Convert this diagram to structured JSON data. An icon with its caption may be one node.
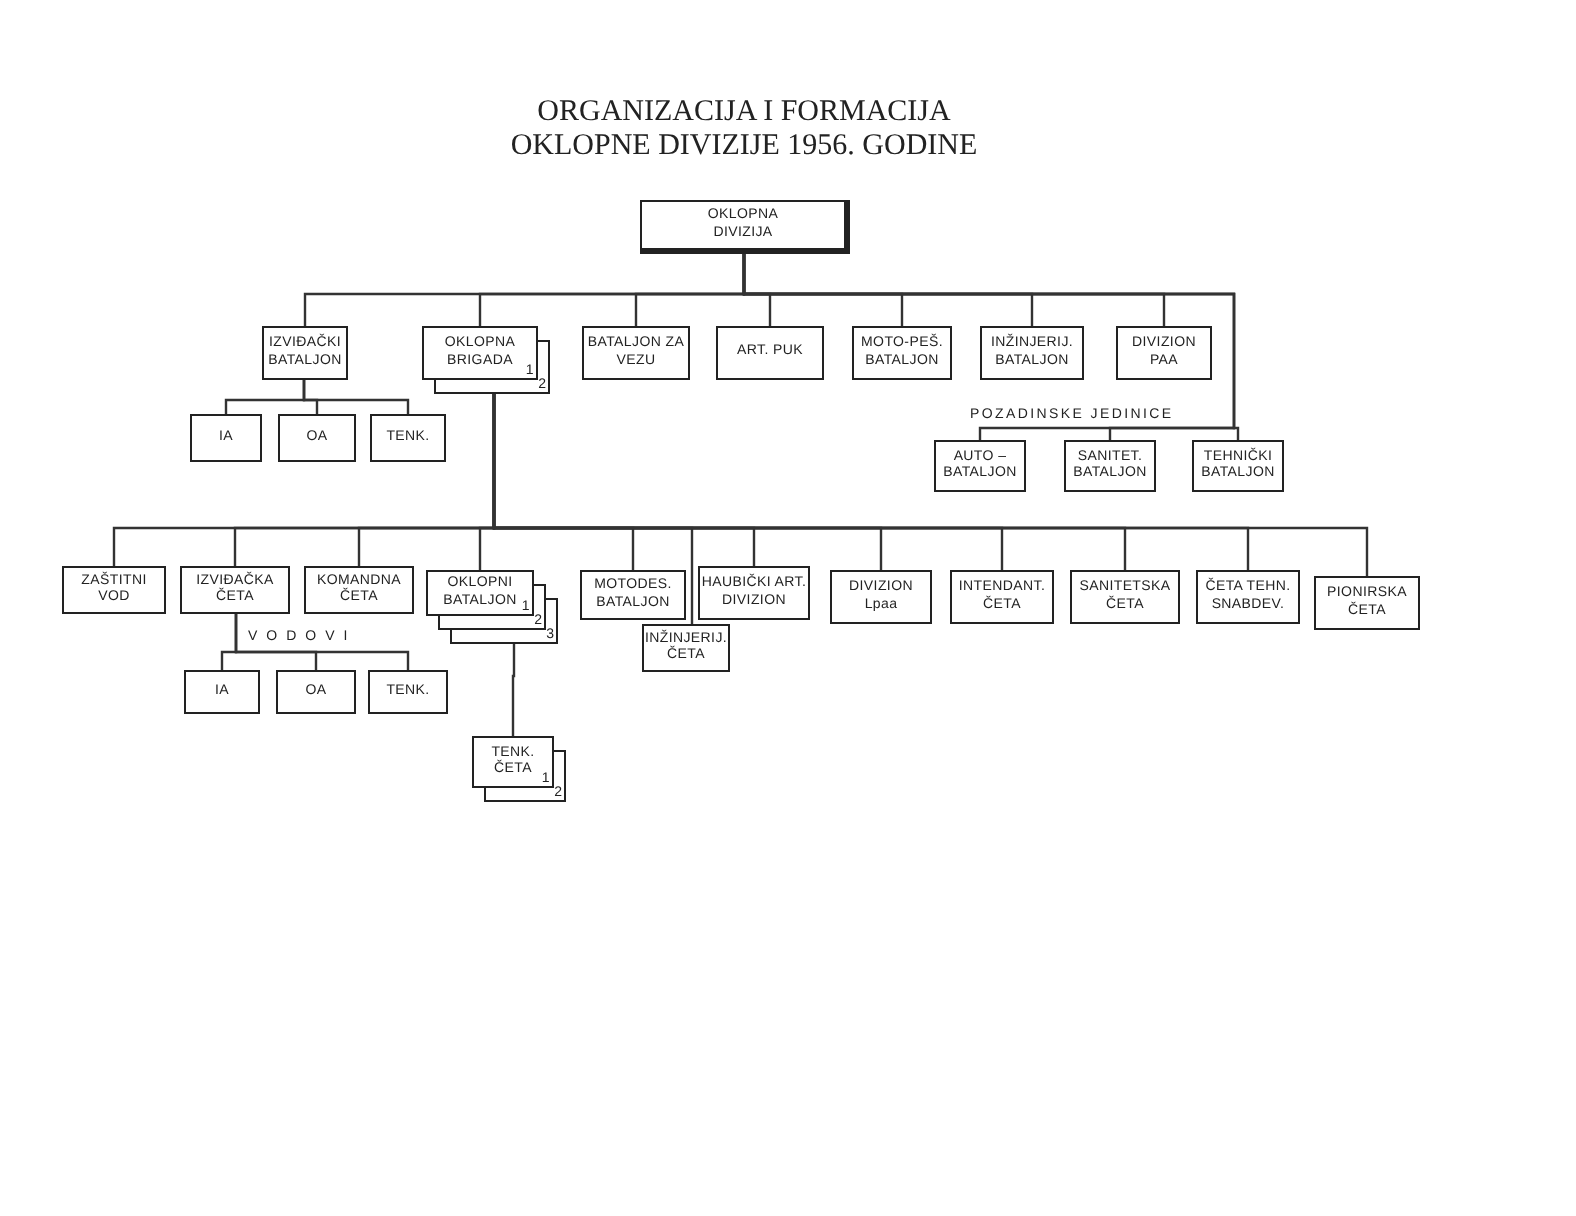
{
  "diagram": {
    "title": "ORGANIZACIJA I FORMACIJA OKLOPNE DIVIZIJE 1956. GODINE",
    "nodes": [
      {
        "text": [
          "OKLOPNA DIVIZIJA"
        ]
      },
      {
        "text": [
          "IZVIĐAČKI BATALJON"
        ]
      },
      {
        "text": [
          "OKLOPNA BRIGADA",
          "1"
        ],
        "beside": [
          "2"
        ]
      },
      {
        "text": [
          "BATALJON ZA VEZU"
        ]
      },
      {
        "text": [
          "ART. PUK"
        ]
      },
      {
        "text": [
          "MOTO-PEŠ. BATALJON"
        ]
      },
      {
        "text": [
          "INŽINJERIJ. BATALJON"
        ]
      },
      {
        "text": [
          "DIVIZION PAA"
        ]
      },
      {
        "text": [
          "IA"
        ]
      },
      {
        "text": [
          "OA"
        ]
      },
      {
        "text": [
          "TENK."
        ]
      },
      {
        "text": [
          "AUTO – BATALJON"
        ]
      },
      {
        "text": [
          "SANITET. BATALJON"
        ]
      },
      {
        "text": [
          "TEHNIČKI BATALJON"
        ]
      },
      {
        "text": [
          "ZAŠTITNI VOD"
        ]
      },
      {
        "text": [
          "IZVIĐAČKA ČETA"
        ]
      },
      {
        "text": [
          "KOMANDNA ČETA"
        ]
      },
      {
        "text": [
          "OKLOPNI BATALJON",
          "1"
        ],
        "beside": [
          "2",
          "3"
        ]
      },
      {
        "text": [
          "MOTODES. BATALJON"
        ]
      },
      {
        "text": [
          "HAUBIČKI ART. DIVIZION"
        ]
      },
      {
        "text": [
          "INŽINJERIJ. ČETA"
        ]
      },
      {
        "text": [
          "DIVIZION Lpaa"
        ]
      },
      {
        "text": [
          "INTENDANT. ČETA"
        ]
      },
      {
        "text": [
          "SANITETSKA ČETA"
        ]
      },
      {
        "text": [
          "ČETA TEHN. SNABDEV."
        ]
      },
      {
        "text": [
          "PIONIRSKA ČETA"
        ]
      },
      {
        "text": [
          "IA"
        ]
      },
      {
        "text": [
          "OA"
        ]
      },
      {
        "text": [
          "TENK."
        ]
      },
      {
        "text": [
          "TENK. ČETA",
          "1"
        ],
        "beside": [
          "2"
        ]
      }
    ],
    "edges": [
      {
        "from": 0,
        "to": 1,
        "arrow": "none"
      },
      {
        "from": 0,
        "to": 2,
        "arrow": "none"
      },
      {
        "from": 0,
        "to": 3,
        "arrow": "none"
      },
      {
        "from": 0,
        "to": 4,
        "arrow": "none"
      },
      {
        "from": 0,
        "to": 5,
        "arrow": "none"
      },
      {
        "from": 0,
        "to": 6,
        "arrow": "none"
      },
      {
        "from": 0,
        "to": 7,
        "arrow": "none"
      },
      {
        "from": 0,
        "to": 11,
        "arrow": "none"
      },
      {
        "from": 0,
        "to": 12,
        "arrow": "none"
      },
      {
        "from": 0,
        "to": 13,
        "arrow": "none"
      },
      {
        "from": 1,
        "to": 8,
        "arrow": "none"
      },
      {
        "from": 1,
        "to": 9,
        "arrow": "none"
      },
      {
        "from": 1,
        "to": 10,
        "arrow": "none"
      },
      {
        "from": 2,
        "to": 14,
        "arrow": "none"
      },
      {
        "from": 2,
        "to": 15,
        "arrow": "none"
      },
      {
        "from": 2,
        "to": 16,
        "arrow": "none"
      },
      {
        "from": 2,
        "to": 17,
        "arrow": "none"
      },
      {
        "from": 2,
        "to": 18,
        "arrow": "none"
      },
      {
        "from": 2,
        "to": 19,
        "arrow": "none"
      },
      {
        "from": 2,
        "to": 20,
        "arrow": "none"
      },
      {
        "from": 2,
        "to": 21,
        "arrow": "none"
      },
      {
        "from": 2,
        "to": 22,
        "arrow": "none"
      },
      {
        "from": 2,
        "to": 23,
        "arrow": "none"
      },
      {
        "from": 2,
        "to": 24,
        "arrow": "none"
      },
      {
        "from": 2,
        "to": 25,
        "arrow": "none"
      },
      {
        "from": 15,
        "to": 26,
        "arrow": "none"
      },
      {
        "from": 15,
        "to": 27,
        "arrow": "none"
      },
      {
        "from": 15,
        "to": 28,
        "arrow": "none"
      },
      {
        "from": 17,
        "to": 29,
        "arrow": "none"
      }
    ],
    "labels": [
      "POZADINSKE JEDINICE",
      "VODOVI"
    ]
  }
}
